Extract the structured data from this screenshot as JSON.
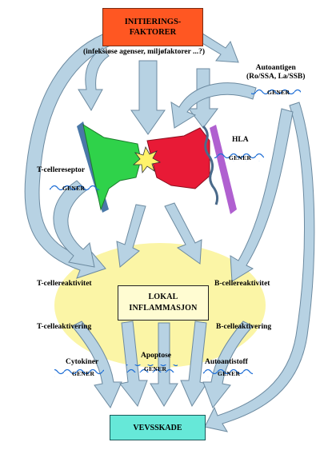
{
  "initiating_factors": {
    "line1": "INITIERINGS-",
    "line2": "FAKTORER"
  },
  "initiating_subtitle": "(infeksiøse agenser, miljøfaktorer ...?)",
  "autoantigen": {
    "line1": "Autoantigen",
    "line2": "(Ro/SSA, La/SSB)"
  },
  "hla": "HLA",
  "t_cell_receptor": "T-cellereseptor",
  "gene_label": "GENER",
  "t_cell_reactivity": "T-cellereaktivitet",
  "b_cell_reactivity": "B-cellereaktivitet",
  "local_inflammation": {
    "line1": "LOKAL",
    "line2": "INFLAMMASJON"
  },
  "t_cell_activation": "T-celleaktivering",
  "b_cell_activation": "B-celleaktivering",
  "cytokines": "Cytokiner",
  "apoptosis": "Apoptose",
  "autoantibody": "Autoantistoff",
  "tissue_damage": "VEVSSKADE",
  "colors": {
    "initiating_box": "#ff5722",
    "arrow_fill": "#b7d2e3",
    "arrow_stroke": "#6c8aa0",
    "inflammation_ellipse": "#fbf5a6",
    "inflammation_box": "#fffcd2",
    "tissue_damage_box": "#66e8d8",
    "gene_wave": "#1f6fd6",
    "tcell_shape": "#2fd24a",
    "tcell_membrane": "#4a78a8",
    "hla_shape": "#e81a36",
    "hla_membrane": "#b060d0",
    "burst": "#fff36a"
  }
}
